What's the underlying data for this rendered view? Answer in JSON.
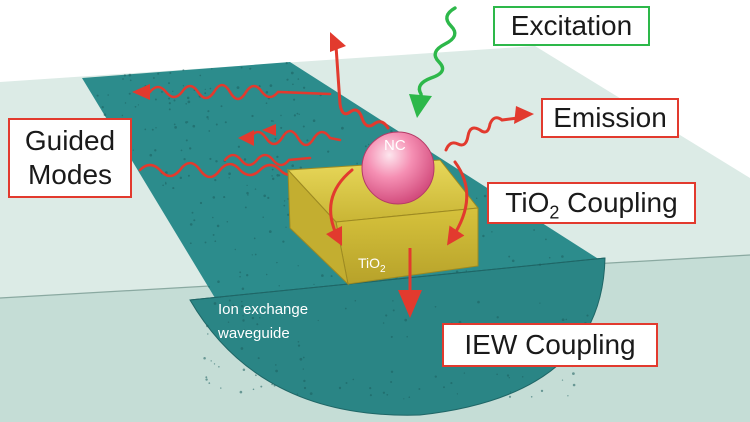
{
  "labels": {
    "excitation": "Excitation",
    "emission": "Emission",
    "guided_line1": "Guided",
    "guided_line2": "Modes",
    "tio2_prefix": "TiO",
    "tio2_sub": "2",
    "tio2_suffix": " Coupling",
    "iew": "IEW Coupling"
  },
  "inline_labels": {
    "nc": "NC",
    "block_prefix": "TiO",
    "block_sub": "2",
    "waveguide_line1": "Ion exchange",
    "waveguide_line2": "waveguide"
  },
  "colors": {
    "excitation": "#2db84a",
    "emission": "#e23a2e",
    "substrate": "#cfe3dd",
    "waveguide": "#2c8c8c",
    "tio2_block": "#d8c640",
    "nanocrystal": "#f07aa4"
  }
}
